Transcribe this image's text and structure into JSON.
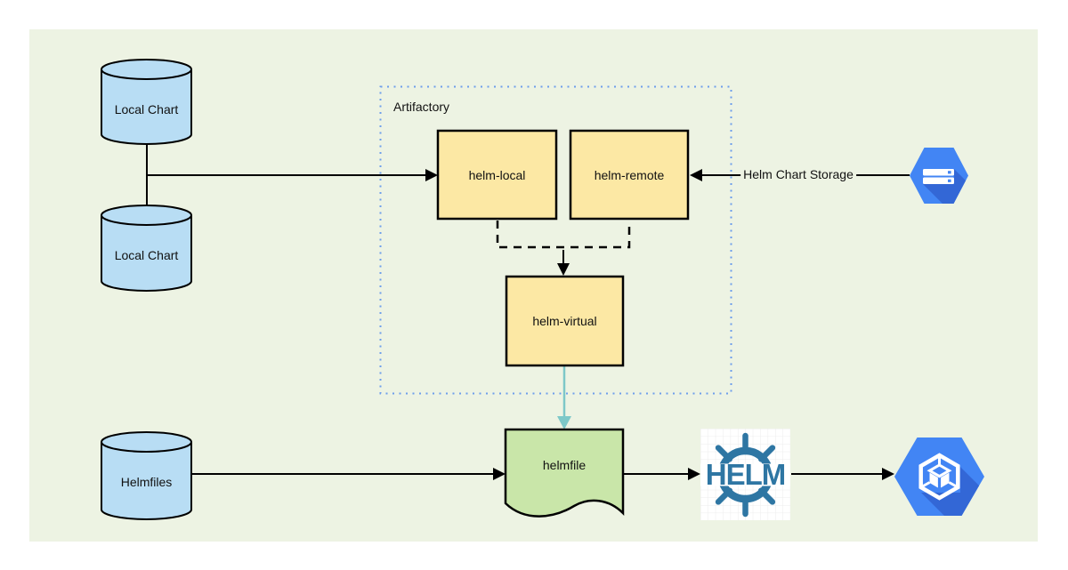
{
  "colors": {
    "canvas_bg": "#edf3e3",
    "cylinder_fill": "#b8ddf4",
    "repo_box_fill": "#fce8a4",
    "document_fill": "#c9e6a9",
    "artifactory_border": "#6d9eeb",
    "sync_arrow_teal": "#7dc8c8",
    "gcp_blue": "#4285f4",
    "gcp_shadow_blue": "#3367d6",
    "helm_logo_blue": "#2e76a3",
    "connector_black": "#000000"
  },
  "nodes": {
    "local_chart_top": {
      "label": "Local Chart"
    },
    "local_chart_bottom": {
      "label": "Local Chart"
    },
    "artifactory": {
      "label": "Artifactory"
    },
    "helm_local": {
      "label": "helm-local"
    },
    "helm_remote": {
      "label": "helm-remote"
    },
    "helm_virtual": {
      "label": "helm-virtual"
    },
    "helm_chart_storage": {
      "label": "Helm Chart Storage"
    },
    "helmfiles": {
      "label": "Helmfiles"
    },
    "helmfile": {
      "label": "helmfile"
    },
    "helm_logo": {
      "label": "HELM"
    }
  },
  "icons": {
    "cloud_storage": "gcp-cloud-storage-hexagon",
    "kubernetes_engine": "gcp-kubernetes-engine-hexagon",
    "helm_wheel": "helm-ship-wheel-logo"
  }
}
